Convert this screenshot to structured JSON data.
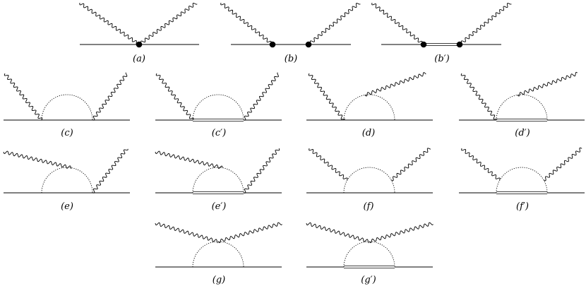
{
  "diagrams": [
    {
      "id": "a",
      "label": "(a)",
      "kind": "vertex"
    },
    {
      "id": "b",
      "label": "(b)",
      "kind": "two-vertex"
    },
    {
      "id": "b-prime",
      "label": "(b′)",
      "kind": "two-vertex-double"
    },
    {
      "id": "c",
      "label": "(c)",
      "kind": "loop-sides"
    },
    {
      "id": "c-prime",
      "label": "(c′)",
      "kind": "loop-sides-double"
    },
    {
      "id": "d",
      "label": "(d)",
      "kind": "loop-left-top"
    },
    {
      "id": "d-prime",
      "label": "(d′)",
      "kind": "loop-left-top-double"
    },
    {
      "id": "e",
      "label": "(e)",
      "kind": "loop-top-right"
    },
    {
      "id": "e-prime",
      "label": "(e′)",
      "kind": "loop-top-right-double"
    },
    {
      "id": "f",
      "label": "(f)",
      "kind": "loop-top-top"
    },
    {
      "id": "f-prime",
      "label": "(f′)",
      "kind": "loop-top-top-double"
    },
    {
      "id": "g",
      "label": "(g)",
      "kind": "loop-top-single"
    },
    {
      "id": "g-prime",
      "label": "(g′)",
      "kind": "loop-top-single-double"
    }
  ]
}
